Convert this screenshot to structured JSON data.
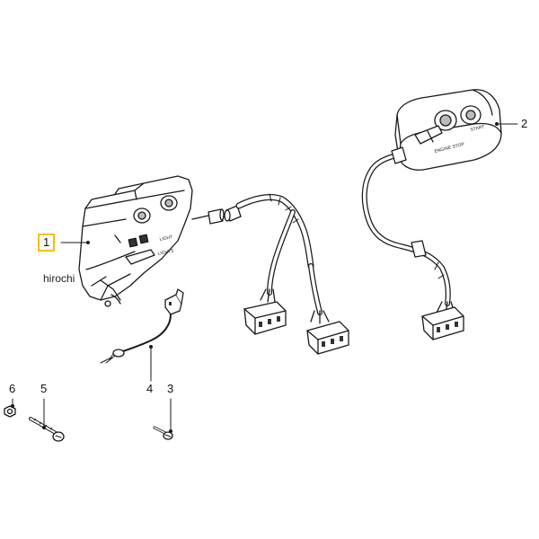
{
  "callouts": {
    "c1": "1",
    "c2": "2",
    "c3": "3",
    "c4": "4",
    "c5": "5",
    "c6": "6"
  },
  "watermark": "hirochi",
  "switch_labels": {
    "light": "LIGHT",
    "lights": "LIGHTS",
    "engine_stop": "ENGINE STOP",
    "start": "START"
  }
}
